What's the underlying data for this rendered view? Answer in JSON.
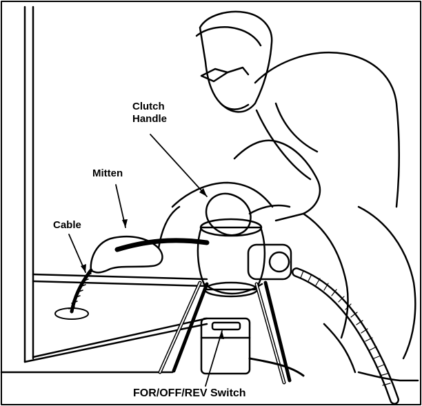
{
  "labels": {
    "clutch_line1": "Clutch",
    "clutch_line2": "Handle",
    "mitten": "Mitten",
    "cable": "Cable",
    "switch": "FOR/OFF/REV Switch"
  },
  "colors": {
    "ink": "#000000",
    "paper": "#ffffff"
  }
}
